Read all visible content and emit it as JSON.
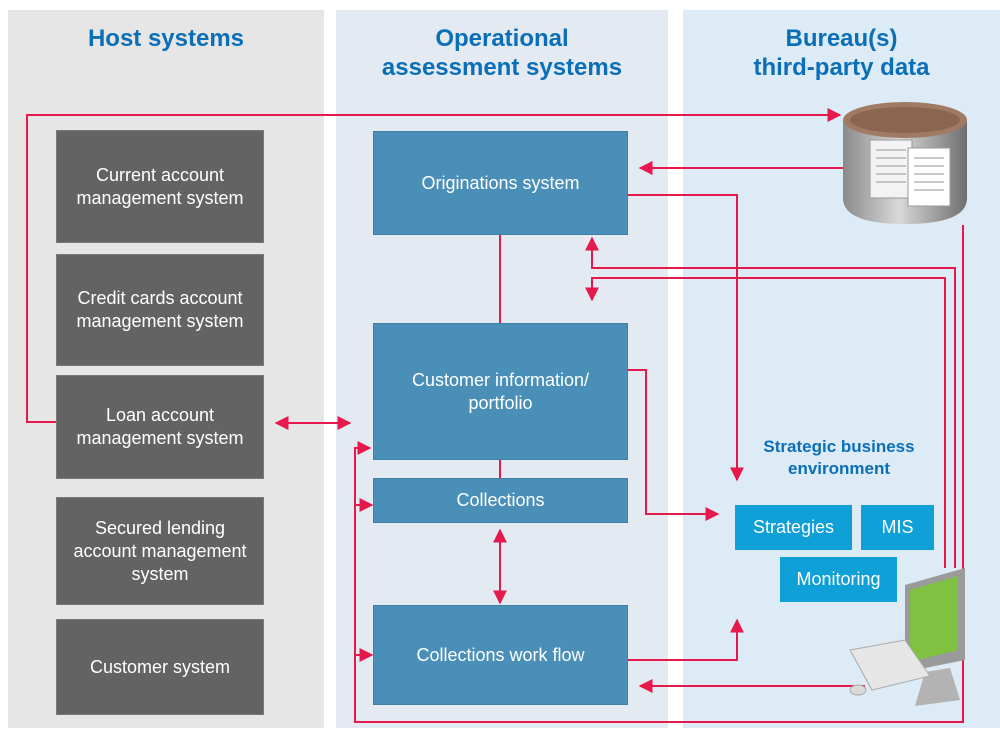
{
  "columns": {
    "host": {
      "heading": "Host systems"
    },
    "ops": {
      "heading_line1": "Operational",
      "heading_line2": "assessment systems"
    },
    "bureau": {
      "heading_line1": "Bureau(s)",
      "heading_line2": "third-party data"
    }
  },
  "host_boxes": [
    {
      "line1": "Current account",
      "line2": "management system",
      "line3": ""
    },
    {
      "line1": "Credit cards account",
      "line2": "management system",
      "line3": ""
    },
    {
      "line1": "Loan account",
      "line2": "management system",
      "line3": ""
    },
    {
      "line1": "Secured lending",
      "line2": "account management",
      "line3": "system"
    },
    {
      "line1": "Customer system",
      "line2": "",
      "line3": ""
    }
  ],
  "ops_boxes": {
    "originations": "Originations system",
    "customer_info_line1": "Customer information/",
    "customer_info_line2": "portfolio",
    "collections": "Collections",
    "workflow": "Collections work flow"
  },
  "strategic": {
    "line1": "Strategic business",
    "line2": "environment",
    "strategies": "Strategies",
    "mis": "MIS",
    "monitoring": "Monitoring"
  },
  "icons": [
    "database-icon",
    "computer-icon"
  ],
  "colors": {
    "connector": "#e5194c",
    "heading": "#0b6fb8",
    "host_box": "#636363",
    "ops_box": "#4a8fb8",
    "strategy_tag": "#0fa0d8"
  }
}
